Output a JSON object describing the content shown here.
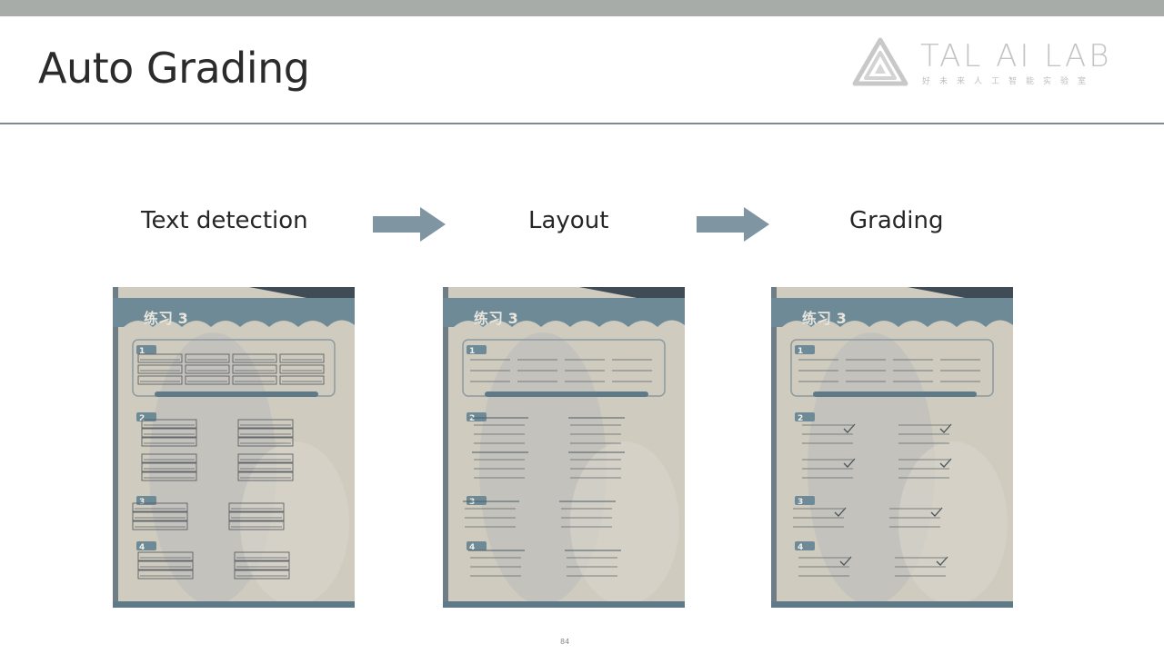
{
  "slide": {
    "title": "Auto Grading",
    "page_number": "84"
  },
  "logo": {
    "text": "TAL AI LAB",
    "subtitle": "好未来人工智能实验室",
    "icon": "triangle-logo-icon",
    "color": "#c4c4c4"
  },
  "pipeline": {
    "steps": [
      {
        "label": "Text detection"
      },
      {
        "label": "Layout"
      },
      {
        "label": "Grading"
      }
    ],
    "arrow_icon": "right-arrow-icon",
    "arrow_color": "#7f95a1"
  },
  "worksheet": {
    "title": "练习 3",
    "section_numbers": [
      "1",
      "2",
      "3",
      "4"
    ]
  },
  "colors": {
    "top_band": "#a8aca9",
    "title_rule": "#7b8a93",
    "header_teal": "#6f8a97",
    "paper": "#c9c5b9"
  }
}
